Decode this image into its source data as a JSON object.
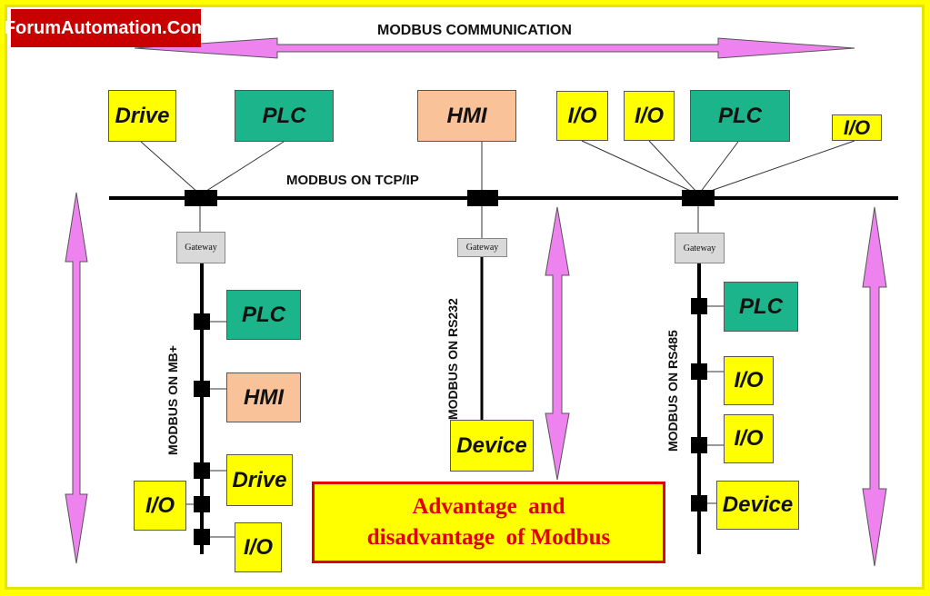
{
  "logo": "ForumAutomation.Com",
  "top_label": "MODBUS COMMUNICATION",
  "bus_label": "MODBUS ON TCP/IP",
  "gateway_label": "Gateway",
  "branch_labels": {
    "mbplus": "MODBUS ON MB+",
    "rs232": "MODBUS ON RS232",
    "rs485": "MODBUS ON RS485"
  },
  "nodes": {
    "top_drive": "Drive",
    "top_plc_left": "PLC",
    "top_hmi": "HMI",
    "top_io_1": "I/O",
    "top_io_2": "I/O",
    "top_plc_right": "PLC",
    "top_io_3": "I/O",
    "mb_plc": "PLC",
    "mb_hmi": "HMI",
    "mb_drive": "Drive",
    "mb_io_left": "I/O",
    "mb_io_right": "I/O",
    "rs232_device": "Device",
    "rs485_plc": "PLC",
    "rs485_io_1": "I/O",
    "rs485_io_2": "I/O",
    "rs485_device": "Device"
  },
  "banner": {
    "line1": "Advantage  and",
    "line2": "disadvantage  of Modbus"
  },
  "colors": {
    "background": "#ffff00",
    "arrow": "#ee82ee",
    "plc": "#1cb58b",
    "hmi": "#f9c299",
    "io": "#ffff00",
    "banner_text": "#e00000",
    "logo_bg": "#c80000"
  }
}
